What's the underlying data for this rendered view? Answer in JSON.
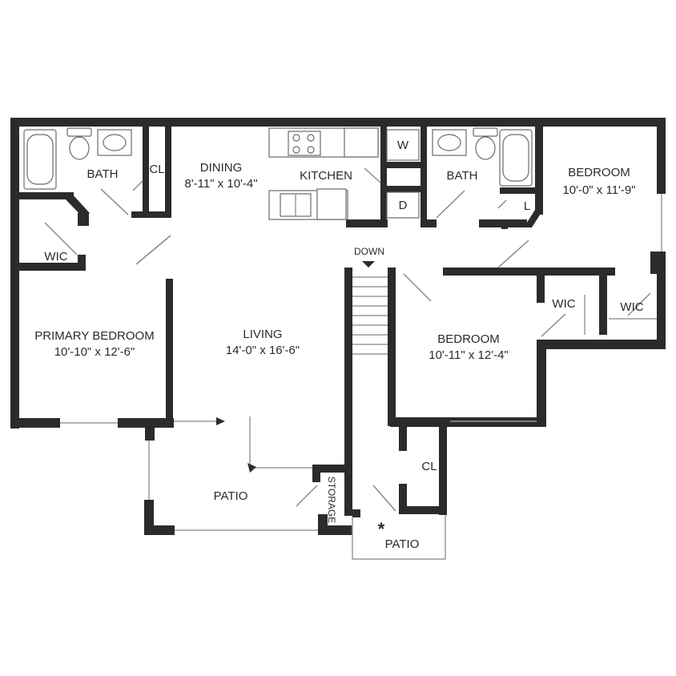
{
  "rooms": {
    "bath_left": "BATH",
    "closet_left": "CL",
    "dining_name": "DINING",
    "dining_size": "8'-11\" x 10'-4\"",
    "kitchen": "KITCHEN",
    "washer": "W",
    "dryer": "D",
    "bath_right": "BATH",
    "linen": "L",
    "bedroom_ne_name": "BEDROOM",
    "bedroom_ne_size": "10'-0\" x 11'-9\"",
    "wic_left": "WIC",
    "down": "DOWN",
    "primary_name": "PRIMARY BEDROOM",
    "primary_size": "10'-10\" x 12'-6\"",
    "living_name": "LIVING",
    "living_size": "14'-0\" x 16'-6\"",
    "bedroom_se_name": "BEDROOM",
    "bedroom_se_size": "10'-11\" x 12'-4\"",
    "wic_mid": "WIC",
    "wic_right": "WIC",
    "closet_bottom": "CL",
    "patio_left": "PATIO",
    "storage": "STORAGE",
    "patio_right": "PATIO",
    "asterisk": "*"
  }
}
